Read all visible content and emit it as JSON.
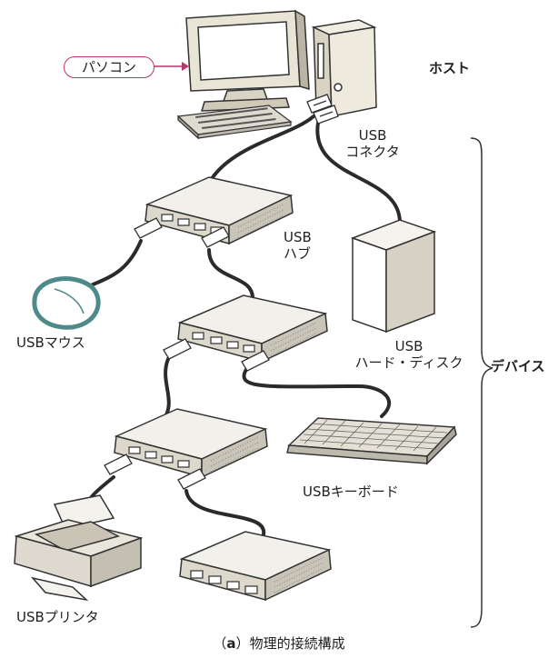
{
  "callout": {
    "pc": "パソコン"
  },
  "labels": {
    "host": "ホスト",
    "usb_connector": [
      "USB",
      "コネクタ"
    ],
    "usb_hub": [
      "USB",
      "ハブ"
    ],
    "usb_mouse": "USBマウス",
    "usb_hdd": [
      "USB",
      "ハード・ディスク"
    ],
    "devices": "デバイス",
    "usb_keyboard": "USBキーボード",
    "usb_printer": "USBプリンタ"
  },
  "caption": {
    "letter": "a",
    "text": "物理的接続構成"
  },
  "colors": {
    "callout_border": "#b8356e",
    "mouse": "#4f8a8b",
    "cable": "#2b2b2b"
  }
}
